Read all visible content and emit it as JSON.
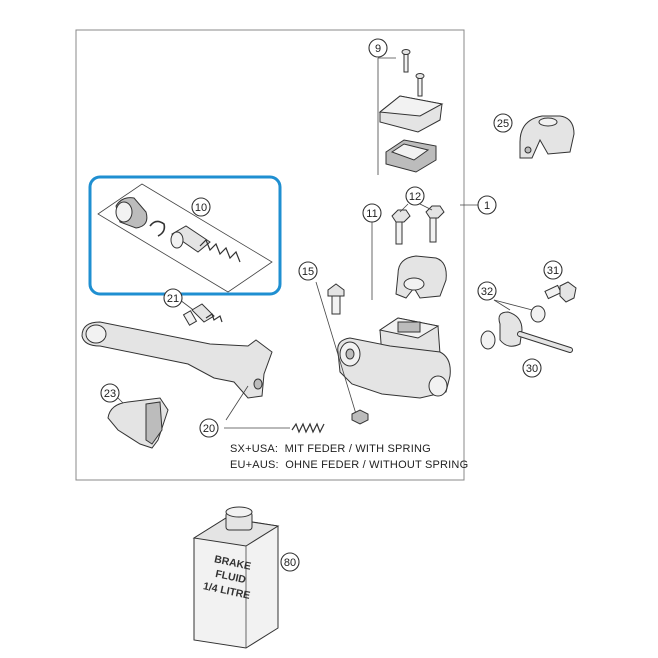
{
  "callouts": {
    "c1": "1",
    "c9": "9",
    "c10": "10",
    "c11": "11",
    "c12": "12",
    "c15": "15",
    "c20": "20",
    "c21": "21",
    "c23": "23",
    "c25": "25",
    "c30": "30",
    "c31": "31",
    "c32": "32",
    "c80": "80"
  },
  "notes": {
    "line1": "SX+USA:  MIT FEDER / WITH SPRING",
    "line2": "EU+AUS:  OHNE FEDER / WITHOUT SPRING"
  },
  "bottle_label": {
    "line1": "BRAKE",
    "line2": "FLUID",
    "line3": "1/4 LITRE"
  },
  "colors": {
    "highlight": "#1f8fd1",
    "line": "#333333"
  }
}
